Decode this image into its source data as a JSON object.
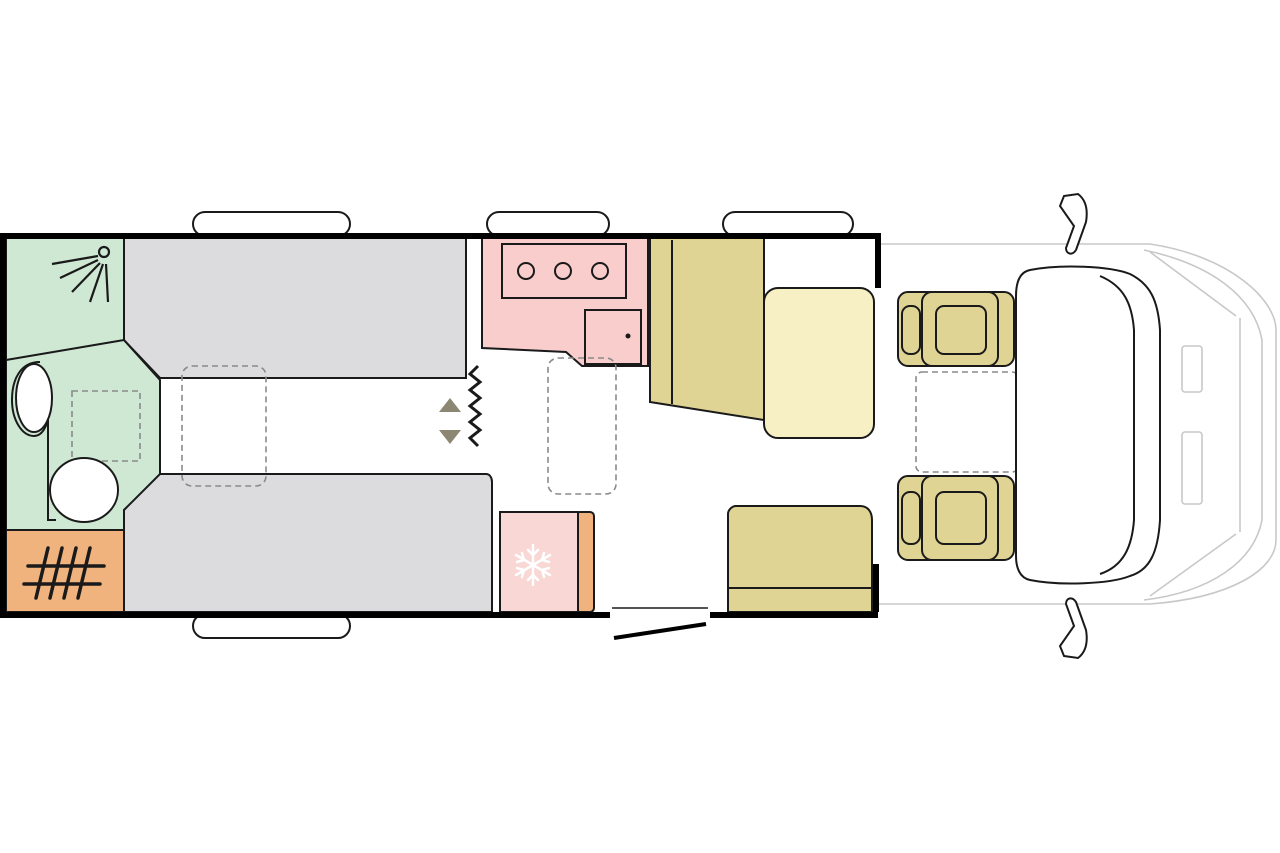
{
  "colors": {
    "bathroom": "#cfe8d4",
    "bathroom_light": "#e3f2e6",
    "bed": "#dcdcde",
    "kitchen": "#f8cdcb",
    "fridge": "#f8d7d5",
    "heater": "#f0b37e",
    "seat_dark": "#e0d495",
    "seat_light": "#f7f0c4",
    "step_arrow": "#8c8772",
    "snowflake": "#ffffff"
  },
  "icons": {
    "shower": "shower-icon",
    "snowflake": "snowflake-icon",
    "heater": "heater-grill-icon",
    "steps": "step-arrows-icon"
  },
  "layout_areas": [
    "bathroom",
    "twin-single-beds",
    "kitchen",
    "fridge",
    "l-shaped-lounge",
    "cab-seats",
    "cab"
  ]
}
